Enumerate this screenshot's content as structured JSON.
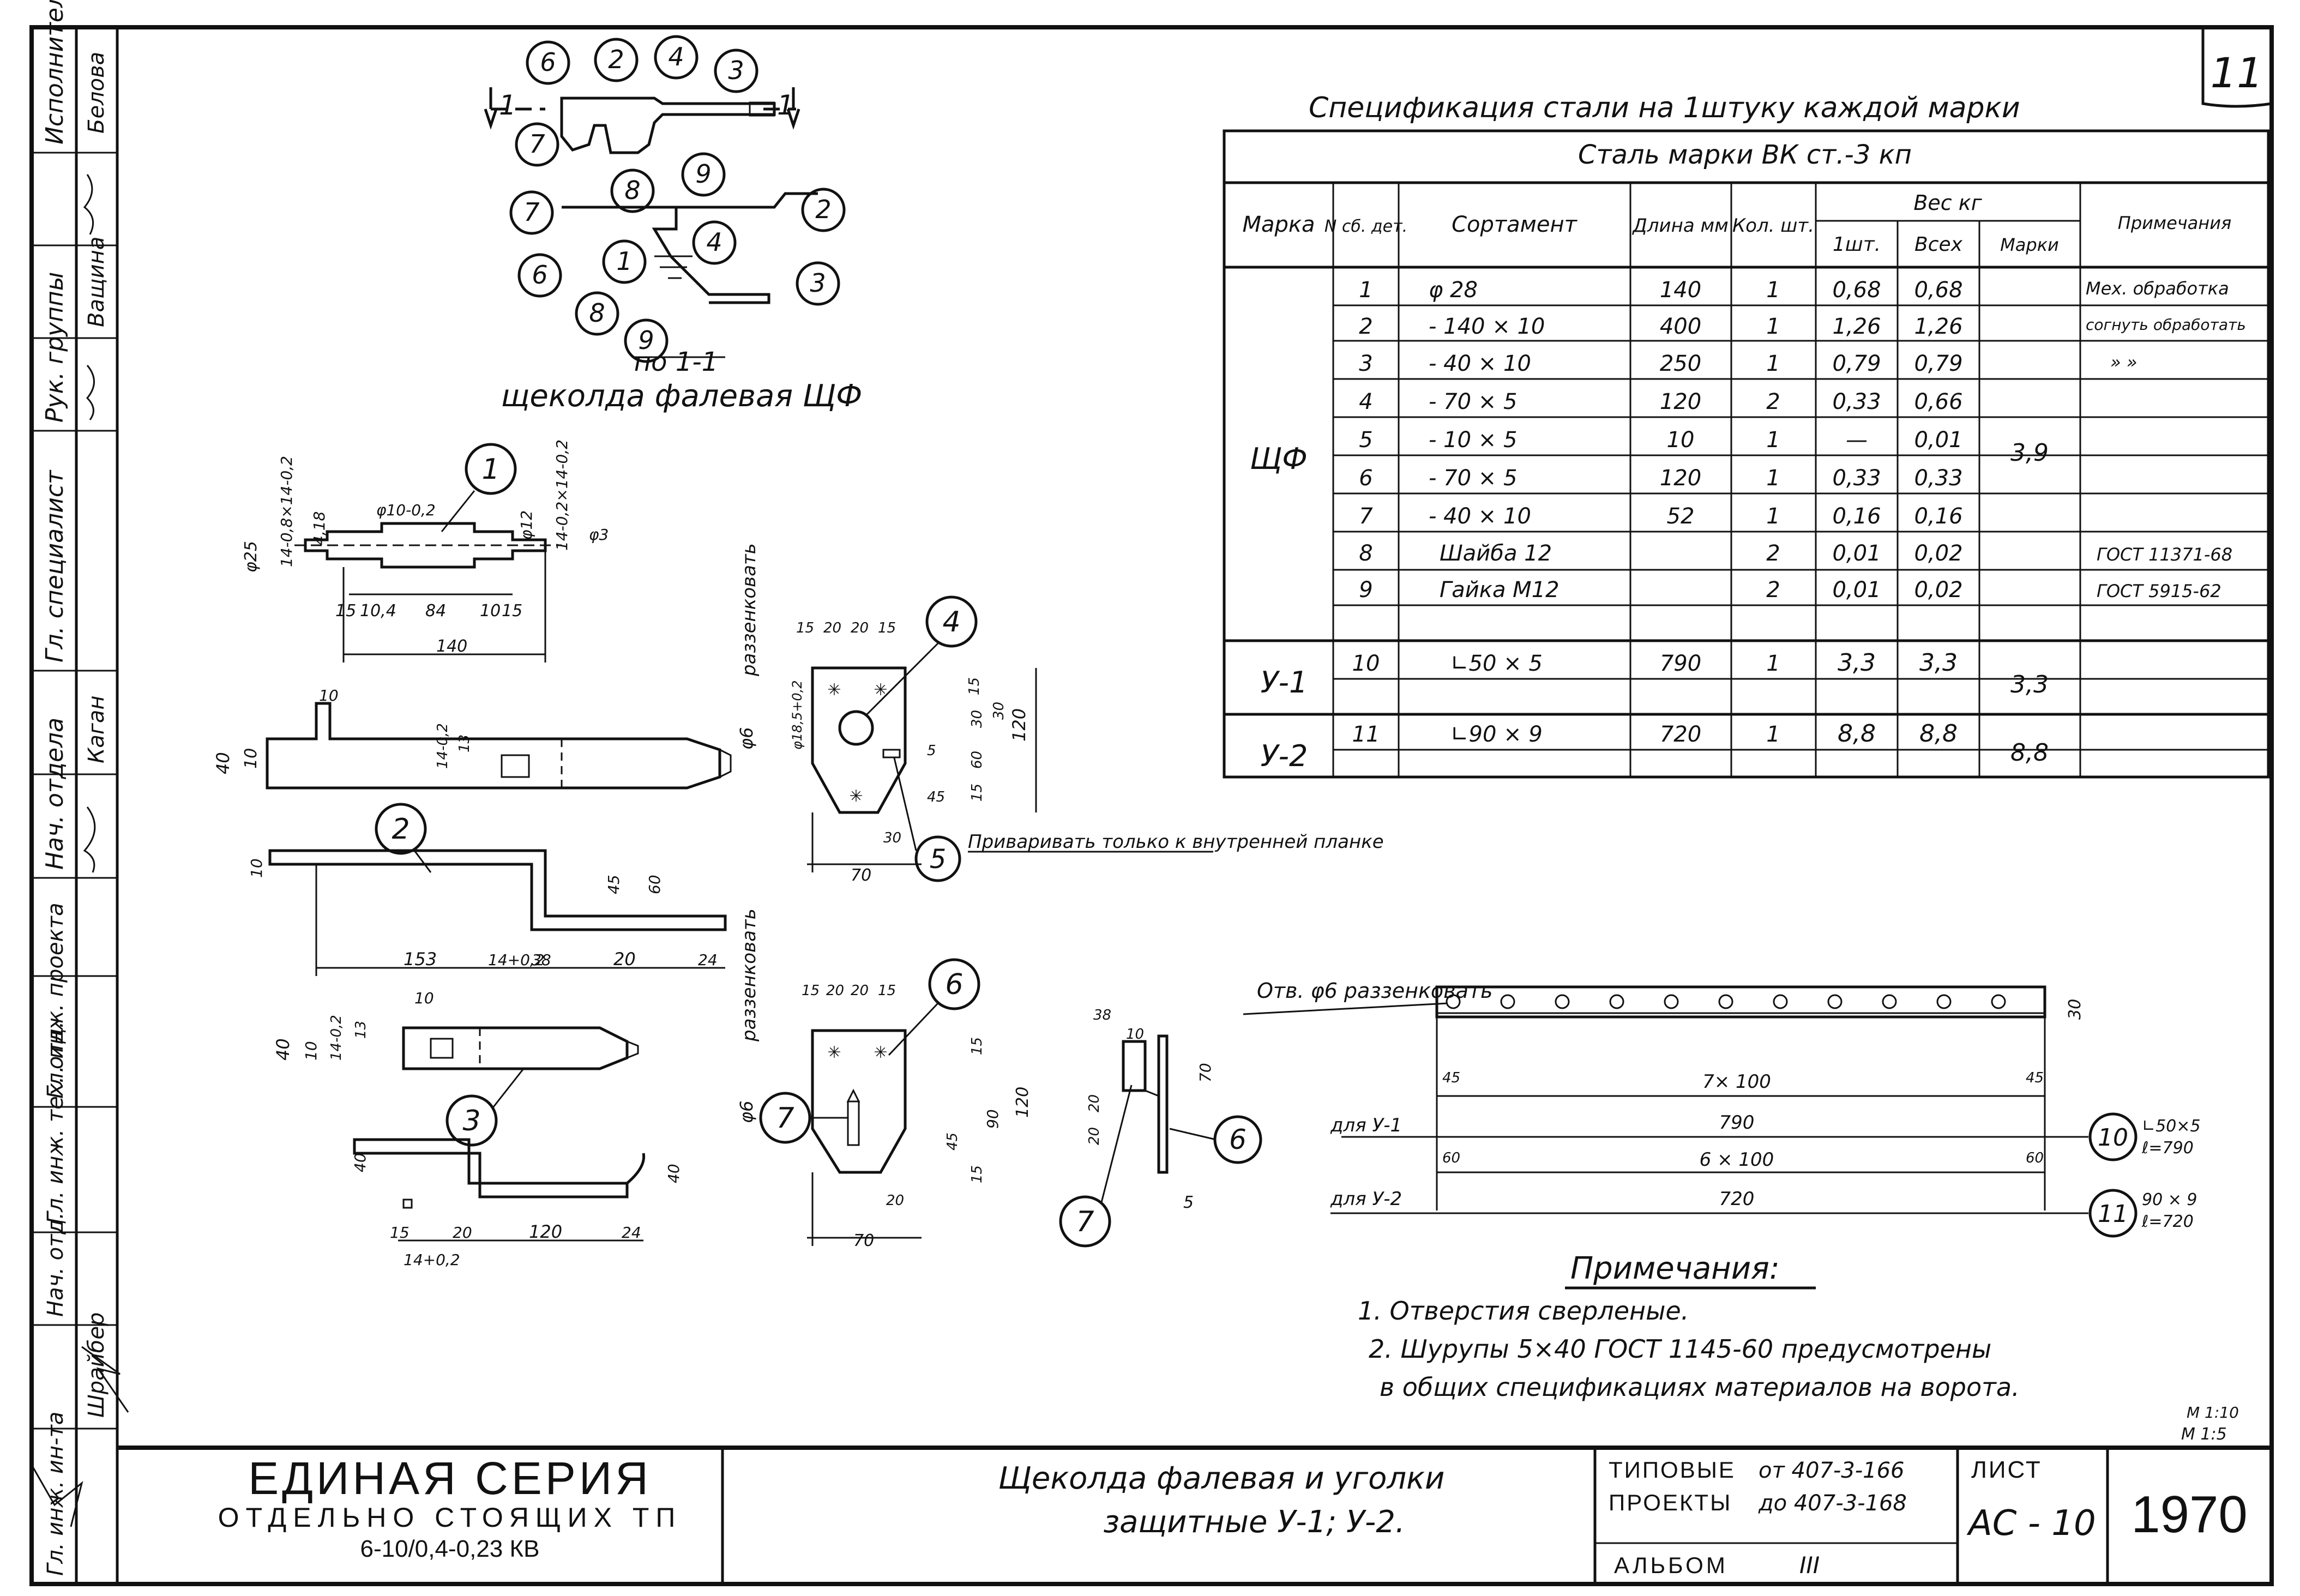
{
  "sheet": {
    "number": "11"
  },
  "spec": {
    "title": "Спецификация стали на 1штуку каждой марки",
    "steel": "Сталь марки ВК ст.-3 кп",
    "headers": {
      "mark": "Марка",
      "part": "N сб. дет.",
      "assortment": "Сортамент",
      "length": "Длина мм",
      "qty": "Кол. шт.",
      "weight": "Вес кг",
      "w_one": "1шт.",
      "w_all": "Всех",
      "w_mark": "Марки",
      "note": "Примечания"
    },
    "mark_shch": "ЩФ",
    "mark_shch_weight": "3,9",
    "rows": [
      {
        "n": "1",
        "sort": "φ 28",
        "len": "140",
        "qty": "1",
        "w1": "0,68",
        "wa": "0,68",
        "note": "Мех. обработка"
      },
      {
        "n": "2",
        "sort": "- 140 × 10",
        "len": "400",
        "qty": "1",
        "w1": "1,26",
        "wa": "1,26",
        "note": "согнуть обработать"
      },
      {
        "n": "3",
        "sort": "- 40 × 10",
        "len": "250",
        "qty": "1",
        "w1": "0,79",
        "wa": "0,79",
        "note": "» »"
      },
      {
        "n": "4",
        "sort": "- 70 × 5",
        "len": "120",
        "qty": "2",
        "w1": "0,33",
        "wa": "0,66",
        "note": ""
      },
      {
        "n": "5",
        "sort": "- 10 × 5",
        "len": "10",
        "qty": "1",
        "w1": "—",
        "wa": "0,01",
        "note": ""
      },
      {
        "n": "6",
        "sort": "- 70 × 5",
        "len": "120",
        "qty": "1",
        "w1": "0,33",
        "wa": "0,33",
        "note": ""
      },
      {
        "n": "7",
        "sort": "- 40 × 10",
        "len": "52",
        "qty": "1",
        "w1": "0,16",
        "wa": "0,16",
        "note": ""
      },
      {
        "n": "8",
        "sort": "Шайба 12",
        "len": "",
        "qty": "2",
        "w1": "0,01",
        "wa": "0,02",
        "note": "ГОСТ 11371-68"
      },
      {
        "n": "9",
        "sort": "Гайка М12",
        "len": "",
        "qty": "2",
        "w1": "0,01",
        "wa": "0,02",
        "note": "ГОСТ 5915-62"
      }
    ],
    "u1": {
      "mark": "У-1",
      "n": "10",
      "sort": "∟50 × 5",
      "len": "790",
      "qty": "1",
      "w1": "3,3",
      "wa": "3,3",
      "wm": "3,3"
    },
    "u2": {
      "mark": "У-2",
      "n": "11",
      "sort": "∟90 × 9",
      "len": "720",
      "qty": "1",
      "w1": "8,8",
      "wa": "8,8",
      "wm": "8,8"
    }
  },
  "top_view": {
    "section_mark": "1",
    "caption": "щеколда фалевая ЩФ",
    "section_label": "по 1-1",
    "callouts": [
      "6",
      "2",
      "4",
      "3",
      "7",
      "8",
      "9",
      "2",
      "7",
      "1",
      "4",
      "6",
      "3",
      "8",
      "9"
    ]
  },
  "part1": {
    "callout": "1",
    "dims": [
      "φ25",
      "14-0,8×14-0,2",
      "4,18",
      "φ10-0,2",
      "φ12",
      "14-0,2×14-0,2",
      "φ3",
      "15",
      "10,4",
      "84",
      "10",
      "15",
      "140"
    ]
  },
  "part2": {
    "callout": "2",
    "dims": [
      "10",
      "40",
      "10",
      "14-0,2",
      "13",
      "10",
      "153",
      "14+0,2",
      "38",
      "20",
      "24",
      "45",
      "60"
    ]
  },
  "part3": {
    "callout": "3",
    "dims": [
      "10",
      "40",
      "10",
      "14-0,2",
      "13",
      "40",
      "15",
      "20",
      "120",
      "24",
      "14+0,2",
      "40"
    ]
  },
  "part4": {
    "callout": "4",
    "callout5": "5",
    "note": "Приваривать только к внутренней планке",
    "dims": [
      "15",
      "20",
      "20",
      "15",
      "φ6",
      "φ18,5+0,2",
      "15",
      "30",
      "30",
      "60",
      "15",
      "120",
      "5",
      "45",
      "30",
      "70",
      "раззенковать"
    ]
  },
  "part6": {
    "callout": "6",
    "callout7": "7",
    "dims": [
      "15",
      "20",
      "20",
      "15",
      "φ6",
      "15",
      "90",
      "45",
      "15",
      "120",
      "20",
      "70",
      "раззенковать"
    ]
  },
  "part7": {
    "callout7": "7",
    "callout6": "6",
    "dims": [
      "38",
      "10",
      "70",
      "20",
      "20",
      "5"
    ]
  },
  "angles": {
    "hole_label": "Отв. φ6 раззенковать",
    "height": "30",
    "pitch": "7× 100",
    "edge": "45",
    "u1_label": "для У-1",
    "u1_len": "790",
    "u1_pitch": "6 × 100",
    "u1_edge": "60",
    "u2_label": "для У-2",
    "u2_len": "720",
    "callout10": "10",
    "u1_section": "∟50×5",
    "u1_l": "ℓ=790",
    "callout11": "11",
    "u2_section": "90 × 9",
    "u2_l": "ℓ=720"
  },
  "notes": {
    "title": "Примечания:",
    "items": [
      "1. Отверстия сверленые.",
      "2. Шурупы 5×40 ГОСТ 1145-60 предусмотрены",
      "в общих спецификациях материалов на ворота."
    ],
    "scale1": "М 1:10",
    "scale2": "М 1:5"
  },
  "stamp": {
    "roles": [
      "Исполнитель",
      "Рук. группы",
      "Гл. специалист",
      "Нач. отдела",
      "Гл. инж. проекта",
      "Гл. инж. тех. отд.",
      "Нач. отд.",
      "Гл. инж. ин-та"
    ],
    "names": [
      "Белова",
      "Ващина",
      "",
      "Каган",
      "",
      "",
      "",
      "Шрайбер"
    ],
    "series_title": "ЕДИНАЯ СЕРИЯ",
    "series_sub": "ОТДЕЛЬНО СТОЯЩИХ ТП",
    "series_volt": "6-10/0,4-0,23 КВ",
    "title_line1": "Щеколда фалевая и уголки",
    "title_line2": "защитные У-1; У-2.",
    "typ_label": "ТИПОВЫЕ",
    "proj_label": "ПРОЕКТЫ",
    "from_label": "от 407-3-166",
    "to_label": "до 407-3-168",
    "album": "АЛЬБОМ",
    "album_no": "III",
    "list_label": "ЛИСТ",
    "list_no": "АС - 10",
    "year": "1970"
  }
}
